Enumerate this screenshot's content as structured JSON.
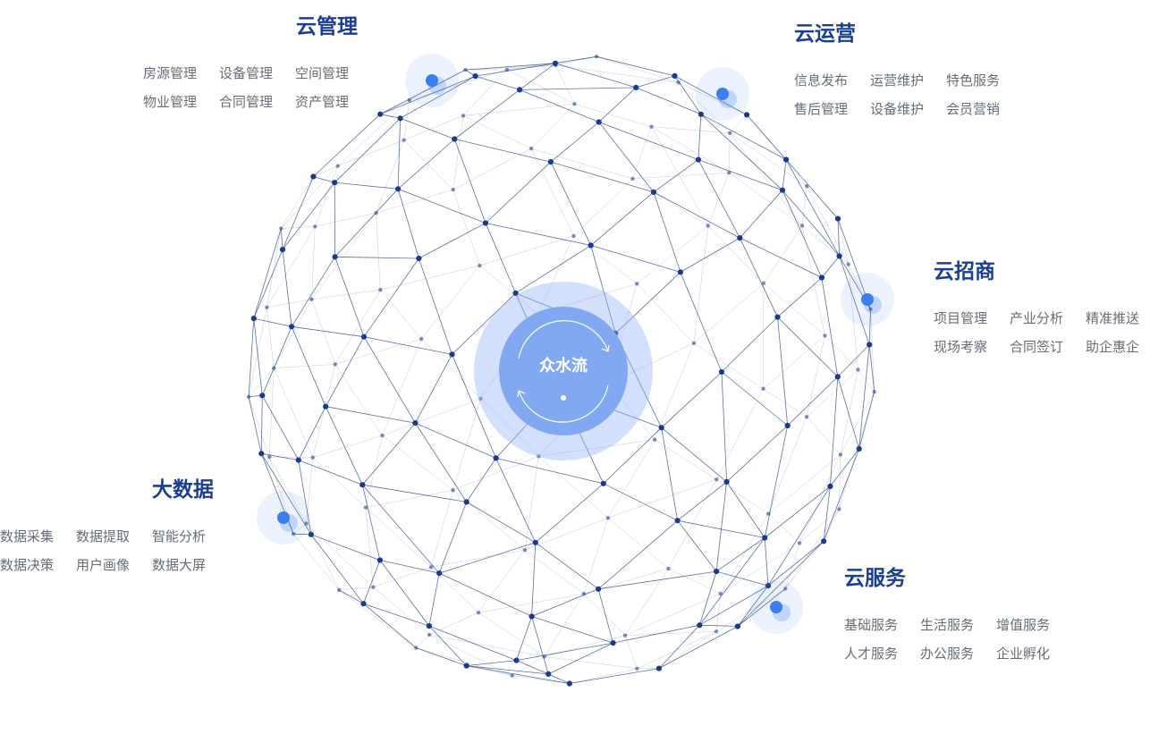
{
  "center": {
    "label": "众水流",
    "icon": "refresh-arrows-icon"
  },
  "categories": [
    {
      "key": "cloud-management",
      "title": "云管理",
      "items": [
        "房源管理",
        "设备管理",
        "空间管理",
        "物业管理",
        "合同管理",
        "资产管理"
      ]
    },
    {
      "key": "cloud-operations",
      "title": "云运营",
      "items": [
        "信息发布",
        "运营维护",
        "特色服务",
        "售后管理",
        "设备维护",
        "会员营销"
      ]
    },
    {
      "key": "cloud-investment",
      "title": "云招商",
      "items": [
        "项目管理",
        "产业分析",
        "精准推送",
        "现场考察",
        "合同签订",
        "助企惠企"
      ]
    },
    {
      "key": "big-data",
      "title": "大数据",
      "items": [
        "数据采集",
        "数据提取",
        "智能分析",
        "数据决策",
        "用户画像",
        "数据大屏"
      ]
    },
    {
      "key": "cloud-services",
      "title": "云服务",
      "items": [
        "基础服务",
        "生活服务",
        "增值服务",
        "人才服务",
        "办公服务",
        "企业孵化"
      ]
    }
  ],
  "colors": {
    "title": "#1b3e95",
    "item_text": "#666d78",
    "node": "#1a3a8f",
    "edge": "#2b3f87",
    "accent": "#3b7ef0",
    "hub_inner": "#82a8f1"
  }
}
